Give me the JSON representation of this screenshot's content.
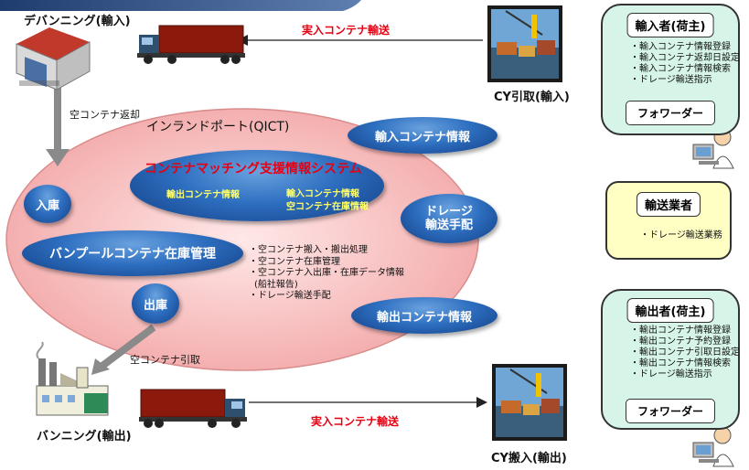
{
  "places": {
    "devanning": "デバンニング(輸入)",
    "vanning": "バンニング(輸出)",
    "cy_import": "CY引取(輸入)",
    "cy_export": "CY搬入(輸出)"
  },
  "flows": {
    "import_transport": "実入コンテナ輸送",
    "export_transport": "実入コンテナ輸送",
    "empty_return": "空コンテナ返却",
    "empty_pickup": "空コンテナ引取"
  },
  "inland_port": {
    "title": "インランドポート(QICT)",
    "system_title": "コンテナマッチング支援情報システム",
    "system_left": "輸出コンテナ情報",
    "system_right_1": "輸入コンテナ情報",
    "system_right_2": "空コンテナ在庫情報",
    "pool": "バンプールコンテナ在庫管理",
    "gate_in": "入庫",
    "gate_out": "出庫",
    "import_info": "輸入コンテナ情報",
    "export_info": "輸出コンテナ情報",
    "drayage_1": "ドレージ",
    "drayage_2": "輸送手配",
    "operations": [
      "・空コンテナ搬入・搬出処理",
      "・空コンテナ在庫管理",
      "・空コンテナ入出庫・在庫データ情報",
      "(船社報告)",
      "・ドレージ輸送手配"
    ]
  },
  "importer_panel": {
    "title": "輸入者(荷主)",
    "items": [
      "・輸入コンテナ情報登録",
      "・輸入コンテナ返却日設定",
      "・輸入コンテナ情報検索",
      "・ドレージ輸送指示"
    ],
    "forwarder": "フォワーダー",
    "color": "#d6f5e8"
  },
  "carrier_panel": {
    "title": "輸送業者",
    "items": [
      "・ドレージ輸送業務"
    ],
    "color": "#ffffc4"
  },
  "exporter_panel": {
    "title": "輸出者(荷主)",
    "items": [
      "・輸出コンテナ情報登録",
      "・輸出コンテナ予約登録",
      "・輸出コンテナ引取日設定",
      "・輸出コンテナ情報検索",
      "・ドレージ輸送指示"
    ],
    "forwarder": "フォワーダー",
    "color": "#d6f5e8"
  },
  "colors": {
    "transport_text": "#e60012",
    "system_title": "#e60012",
    "system_info": "#ffff66",
    "port_fill": "#f7c9c9",
    "blue": "#2e6fc0",
    "truck_container": "#8b1a0c"
  }
}
